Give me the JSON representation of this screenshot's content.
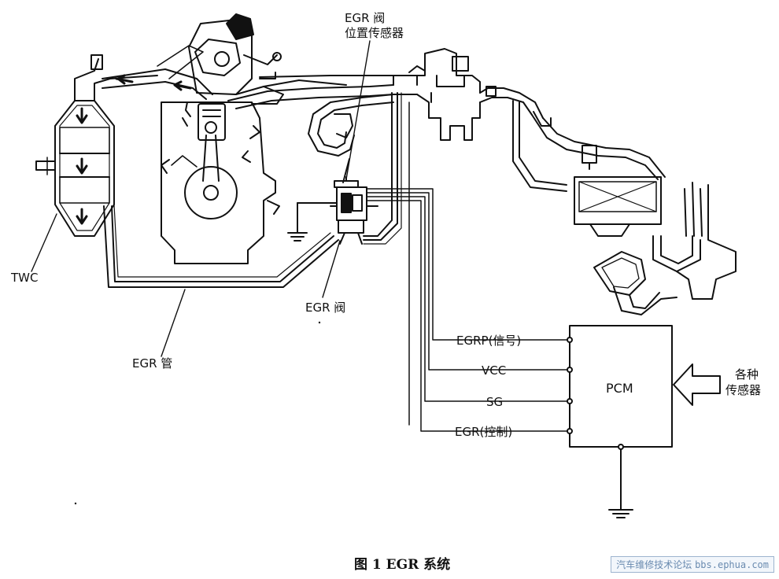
{
  "labels": {
    "egr_sensor_line1": "EGR 阀",
    "egr_sensor_line2": "位置传感器",
    "twc": "TWC",
    "egr_valve": "EGR 阀",
    "egr_pipe": "EGR 管",
    "egrp": "EGRP(信号)",
    "vcc": "VCC",
    "sg": "SG",
    "egr_control": "EGR(控制)",
    "pcm": "PCM",
    "sensors_line1": "各种",
    "sensors_line2": "传感器"
  },
  "caption": "图 1   EGR 系统",
  "watermark": {
    "site": "汽车维修技术论坛",
    "host": "bbs.ephua.com"
  },
  "colors": {
    "ink": "#111111",
    "watermark": "#6a8bb0"
  }
}
